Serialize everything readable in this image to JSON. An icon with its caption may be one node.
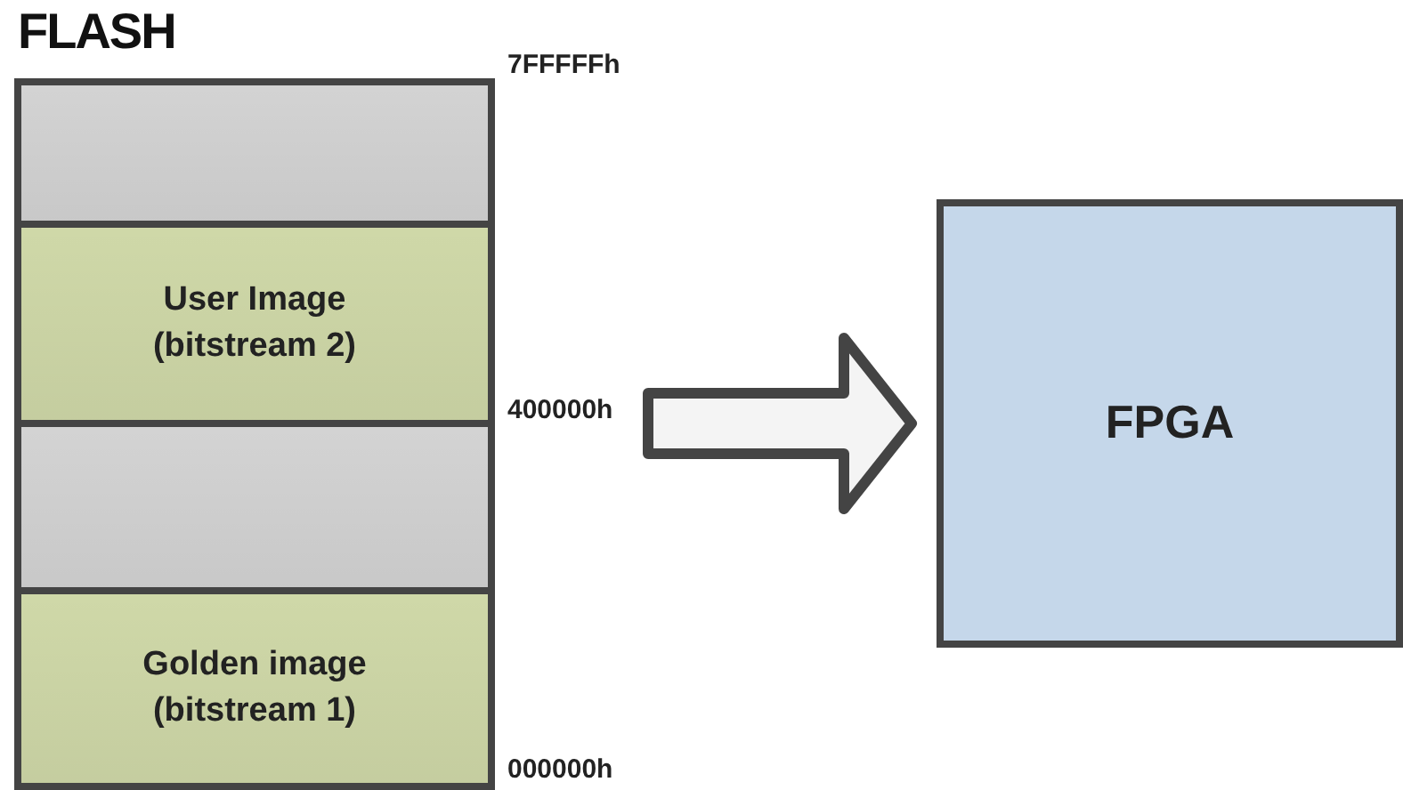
{
  "diagram": {
    "nodes": [
      {
        "text": [
          "FLASH"
        ]
      },
      {
        "text": [],
        "shape": "box",
        "in": 0
      },
      {
        "text": [
          "User Image (bitstream 2)"
        ],
        "in": 0
      },
      {
        "text": [],
        "shape": "box",
        "in": 0
      },
      {
        "text": [
          "Golden image (bitstream 1)"
        ],
        "in": 0
      },
      {
        "text": [
          "FPGA"
        ]
      }
    ],
    "edges": [
      {
        "from": 0,
        "to": 5,
        "arrow": "to"
      }
    ],
    "labels": [
      "7FFFFFh",
      "400000h",
      "000000h"
    ]
  }
}
